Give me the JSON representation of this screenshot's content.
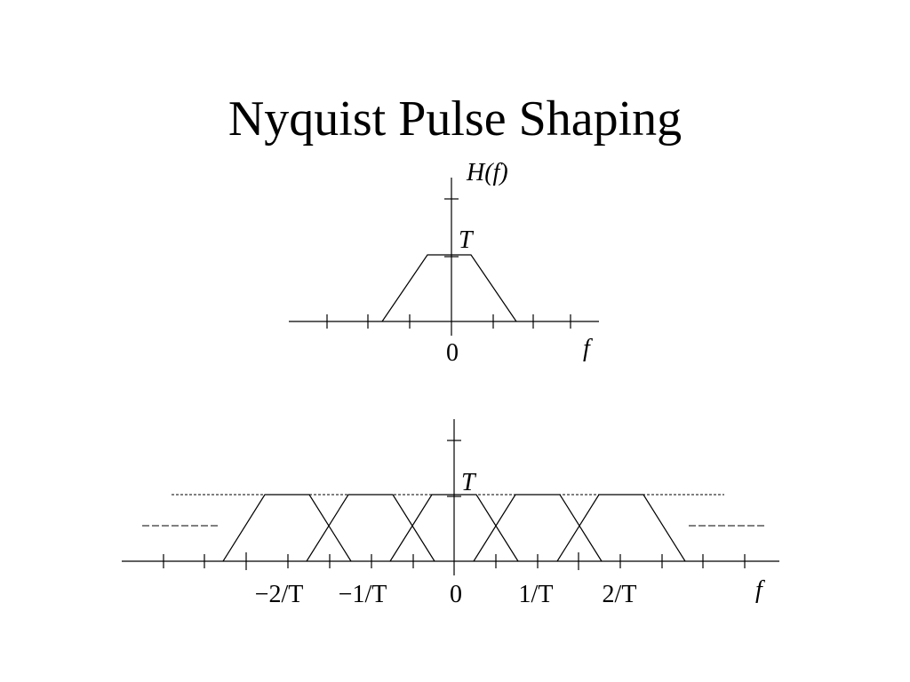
{
  "slide": {
    "title": "Nyquist Pulse Shaping"
  },
  "top_plot": {
    "y_axis_label": "H(f)",
    "level_label": "T",
    "origin_label": "0",
    "x_axis_label": "f"
  },
  "bottom_plot": {
    "level_label": "T",
    "x_axis_label": "f",
    "tick_labels": [
      "−2/T",
      "−1/T",
      "0",
      "1/T",
      "2/T"
    ],
    "shifted_copies": [
      -2,
      -1,
      0,
      1,
      2
    ]
  }
}
